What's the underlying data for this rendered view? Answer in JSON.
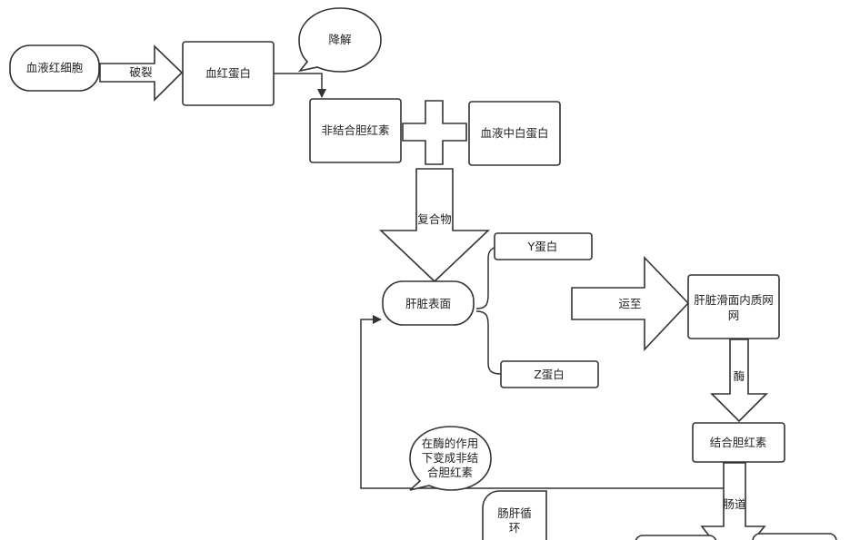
{
  "nodes": {
    "rbc": "血液红细胞",
    "hemoglobin": "血红蛋白",
    "degrade": "降解",
    "unconjugated": "非结合胆红素",
    "albumin": "血液中白蛋白",
    "liver_surface": "肝脏表面",
    "y_protein": "Y蛋白",
    "z_protein": "Z蛋白",
    "er": "肝脏滑面内质网",
    "conjugated": "结合胆红素",
    "enzyme_note": "在酶的作用下变成非结合胆红素",
    "enterohepatic": "肠肝循环"
  },
  "arrows": {
    "rupture": "破裂",
    "complex": "复合物",
    "transport": "运至",
    "enzyme": "酶",
    "intestine": "肠道"
  }
}
